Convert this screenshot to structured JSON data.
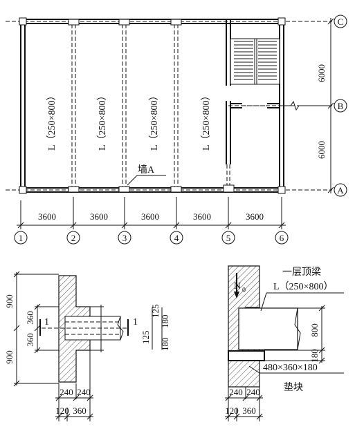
{
  "plan": {
    "axes_horizontal": [
      "1",
      "2",
      "3",
      "4",
      "5",
      "6"
    ],
    "axes_vertical": [
      "A",
      "B",
      "C"
    ],
    "bay_widths": [
      "3600",
      "3600",
      "3600",
      "3600",
      "3600"
    ],
    "bay_depths": [
      "6000",
      "6000"
    ],
    "beam_labels": [
      "L（250×800）",
      "L（250×800）",
      "L（250×800）",
      "L（250×800）"
    ],
    "wall_label": "墙A"
  },
  "detail_left": {
    "section_mark": "1",
    "dims_vertical_outer": [
      "900",
      "900"
    ],
    "dims_vertical_inner": [
      "360",
      "360"
    ],
    "dims_right": [
      "125",
      "125",
      "180",
      "180"
    ],
    "dims_bottom_1": [
      "240",
      "240"
    ],
    "dims_bottom_2": [
      "120",
      "360"
    ]
  },
  "detail_right": {
    "title": "一层顶梁",
    "beam_label": "L（250×800）",
    "load_label": "N",
    "load_sub": "0",
    "pad_label": "480×360×180",
    "pad_name": "垫块",
    "dims_right": [
      "800",
      "180"
    ],
    "dims_bottom_1": [
      "240",
      "240"
    ],
    "dims_bottom_2": [
      "120",
      "360"
    ]
  }
}
